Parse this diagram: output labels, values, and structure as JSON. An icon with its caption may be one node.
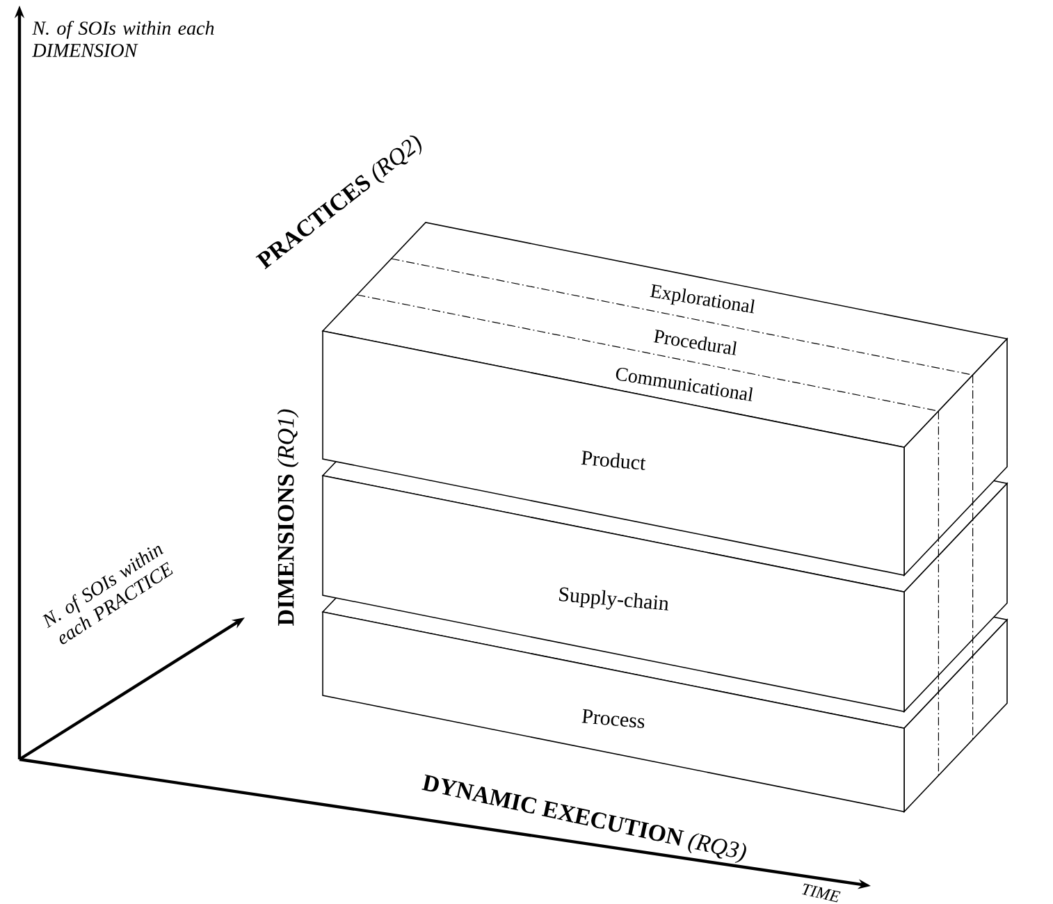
{
  "diagram": {
    "nodes": [
      {
        "text": [
          "Product"
        ]
      },
      {
        "text": [
          "Supply-chain"
        ]
      },
      {
        "text": [
          "Process"
        ]
      }
    ],
    "labels": [
      "N. of SOIs within each DIMENSION",
      "**PRACTICES** *(RQ2)*",
      "Explorational",
      "Procedural",
      "Communicational",
      "**DIMENSIONS** *(RQ1)*",
      "N. of SOIs within each PRACTICE",
      "**DYNAMIC EXECUTION** *(RQ3)*",
      "TIME"
    ]
  }
}
